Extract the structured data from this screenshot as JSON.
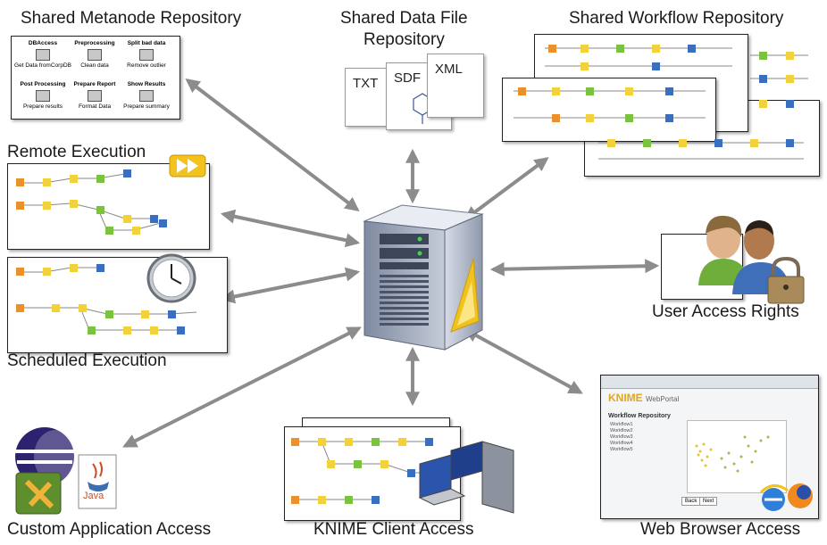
{
  "labels": {
    "metanode_repo": "Shared Metanode Repository",
    "data_repo_line1": "Shared Data File",
    "data_repo_line2": "Repository",
    "workflow_repo": "Shared Workflow Repository",
    "remote_exec": "Remote Execution",
    "scheduled_exec": "Scheduled Execution",
    "user_access": "User Access Rights",
    "custom_app": "Custom Application Access",
    "knime_client": "KNIME Client Access",
    "web_browser": "Web Browser Access"
  },
  "metanodes": [
    {
      "title": "DBAccess",
      "caption": "Get Data fromCorpDB"
    },
    {
      "title": "Preprocessing",
      "caption": "Clean data"
    },
    {
      "title": "Split bad data",
      "caption": "Remove outlier"
    },
    {
      "title": "Post Processing",
      "caption": "Prepare results"
    },
    {
      "title": "Prepare Report",
      "caption": "Format Data"
    },
    {
      "title": "Show Results",
      "caption": "Prepare summary"
    }
  ],
  "file_types": [
    "TXT",
    "SDF",
    "XML"
  ],
  "java_label": "Java",
  "webportal": {
    "brand": "KNIME",
    "sub": "WebPortal",
    "repo_title": "Workflow Repository",
    "items": [
      "Workflow1",
      "Workflow2",
      "Workflow3",
      "Workflow4",
      "Workflow5"
    ],
    "back": "Back",
    "next": "Next"
  },
  "colors": {
    "arrow": "#8c8c8c",
    "node_yellow": "#f2d23a",
    "node_orange": "#e8912d",
    "node_blue": "#3a6fc0",
    "node_green": "#7cc242",
    "server_body": "#9aa6b8"
  }
}
